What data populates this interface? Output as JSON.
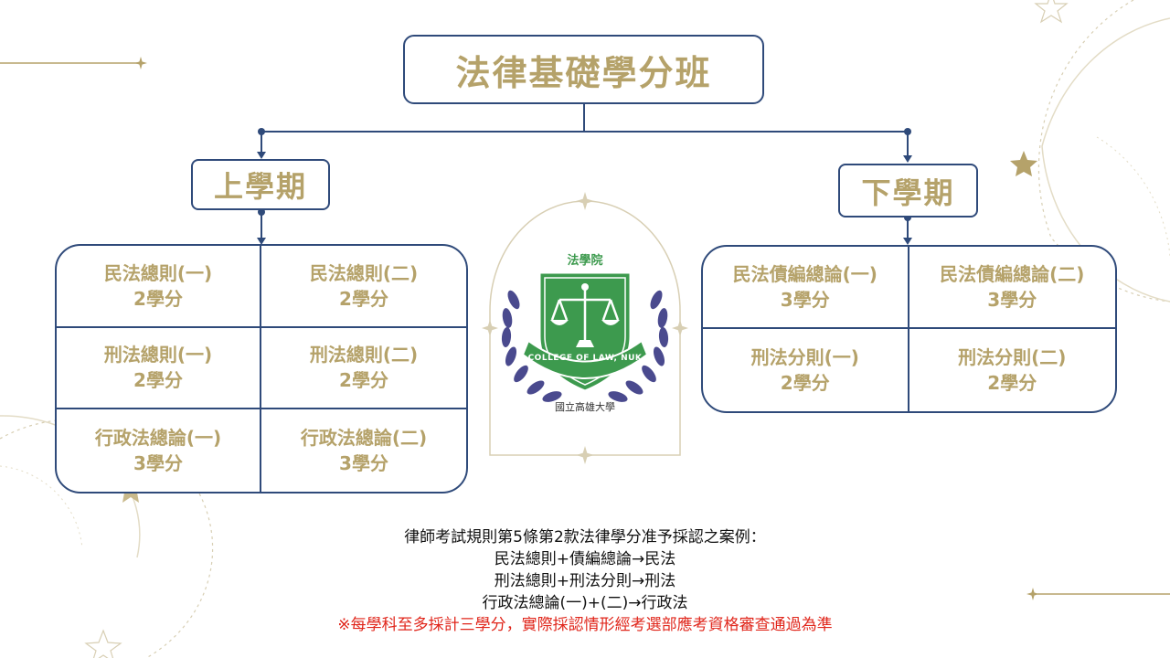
{
  "title": "法律基礎學分班",
  "semesters": [
    {
      "label": "上學期",
      "courses": [
        {
          "name": "民法總則(一)",
          "credits": "2學分"
        },
        {
          "name": "民法總則(二)",
          "credits": "2學分"
        },
        {
          "name": "刑法總則(一)",
          "credits": "2學分"
        },
        {
          "name": "刑法總則(二)",
          "credits": "2學分"
        },
        {
          "name": "行政法總論(一)",
          "credits": "3學分"
        },
        {
          "name": "行政法總論(二)",
          "credits": "3學分"
        }
      ]
    },
    {
      "label": "下學期",
      "courses": [
        {
          "name": "民法債編總論(一)",
          "credits": "3學分"
        },
        {
          "name": "民法債編總論(二)",
          "credits": "3學分"
        },
        {
          "name": "刑法分則(一)",
          "credits": "2學分"
        },
        {
          "name": "刑法分則(二)",
          "credits": "2學分"
        }
      ]
    }
  ],
  "emblem": {
    "top_text": "法學院",
    "ring_text": "COLLEGE OF LAW, NUK",
    "bottom_text": "國立高雄大學"
  },
  "notes": [
    "律師考試規則第5條第2款法律學分准予採認之案例：",
    "民法總則+債編總論→民法",
    "刑法總則+刑法分則→刑法",
    "行政法總論(一)+(二)→行政法"
  ],
  "warning": "※每學科至多採計三學分，實際採認情形經考選部應考資格審查通過為準",
  "colors": {
    "gold": "#b5a26a",
    "navy": "#2f4a7a",
    "emblem_green": "#3d9a4e",
    "laurel": "#4a4a8e",
    "warning": "#e0261b"
  }
}
